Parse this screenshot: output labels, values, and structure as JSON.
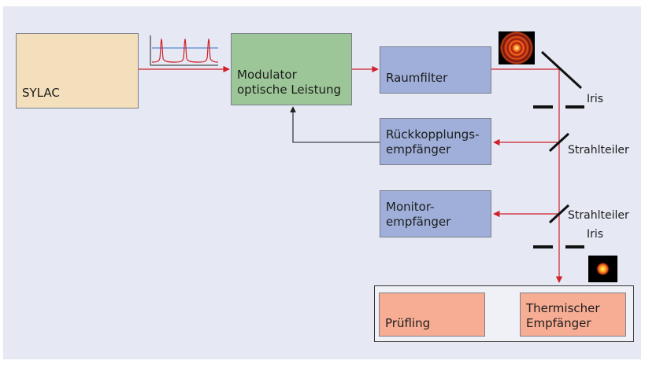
{
  "boxes": {
    "sylac": "SYLAC",
    "modulator": "Modulator\noptische Leistung",
    "raumfilter": "Raumfilter",
    "rueckkopplung": "Rückkopplungs-\nempfänger",
    "monitor": "Monitor-\nempfänger",
    "pruefling": "Prüfling",
    "thermisch": "Thermischer\nEmpfänger"
  },
  "labels": {
    "iris_top": "Iris",
    "strahlteiler_1": "Strahlteiler",
    "strahlteiler_2": "Strahlteiler",
    "iris_bottom": "Iris"
  },
  "colors": {
    "beam": "#d0202a",
    "feedback": "#333333",
    "background": "#e6e9f3",
    "source": "#f3dfbc",
    "modulator": "#9cc697",
    "detector": "#9fafd9",
    "test": "#f7ad93"
  },
  "icons": [
    "resonance-spectrum-icon",
    "ring-beam-profile-icon",
    "spot-beam-profile-icon"
  ]
}
